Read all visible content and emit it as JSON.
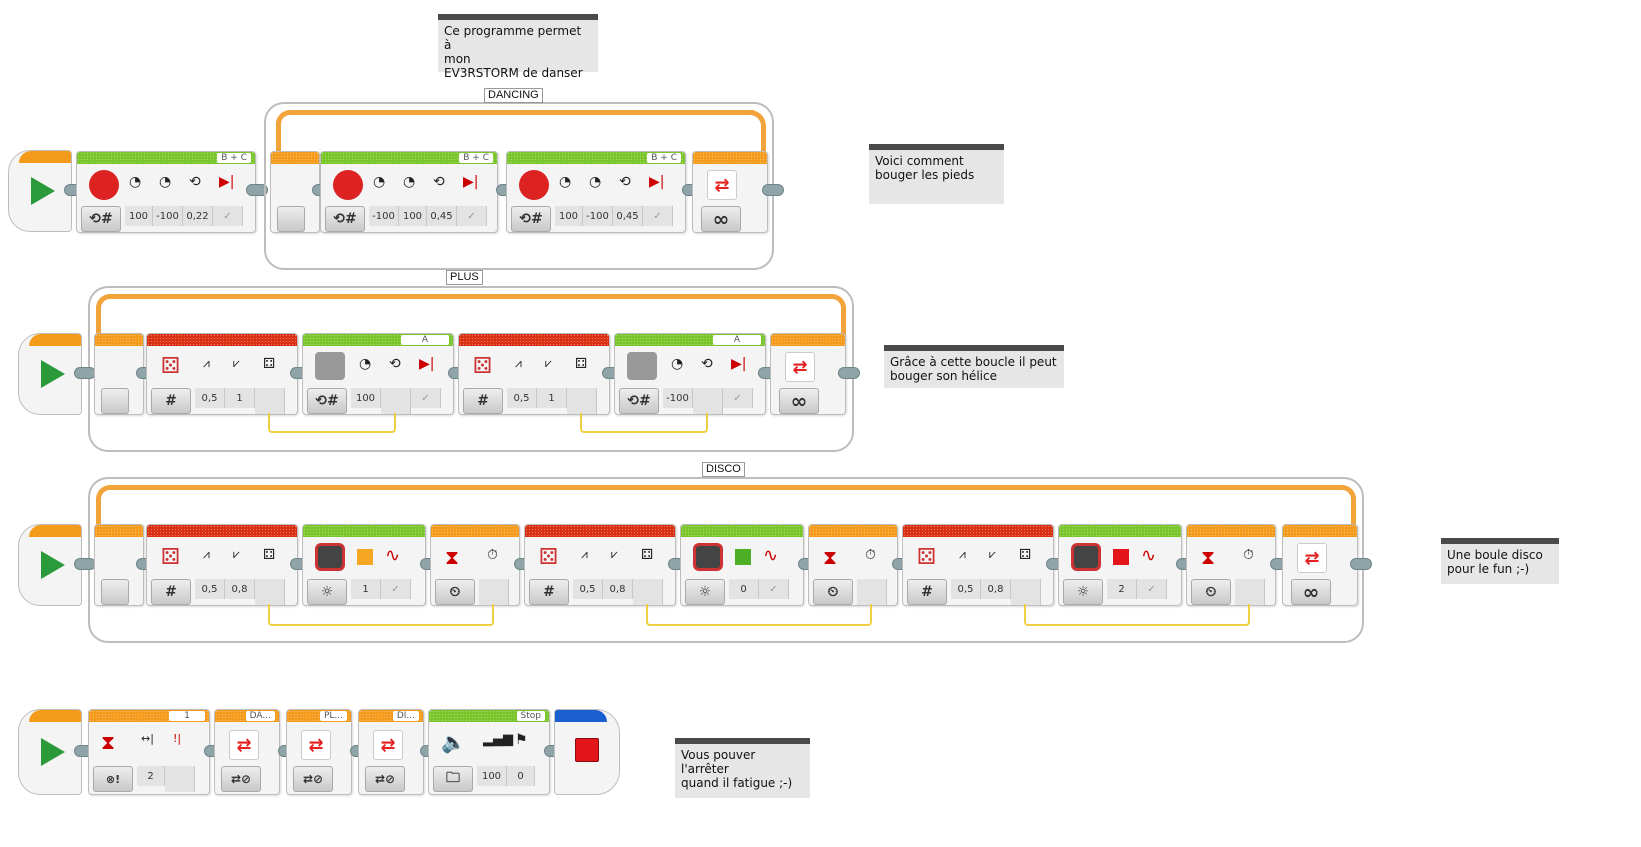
{
  "comments": [
    {
      "text": "Ce programme permet à\nmon\nEV3RSTORM de danser"
    },
    {
      "text": "Voici comment\nbouger les pieds"
    },
    {
      "text": "Grâce à cette boucle il peut\nbouger son hélice"
    },
    {
      "text": "Une boule disco\npour le fun ;-)"
    },
    {
      "text": "Vous pouver\nl'arrêter\nquand il fatigue ;-)"
    }
  ],
  "loops": {
    "dancing": {
      "label": "DANCING",
      "count": "∞"
    },
    "plus": {
      "label": "PLUS",
      "count": "∞"
    },
    "disco": {
      "label": "DISCO",
      "count": "∞"
    }
  },
  "dancing_blocks": [
    {
      "type": "move_tank",
      "ports": "B + C",
      "values": [
        "100",
        "-100",
        "0,22"
      ]
    },
    {
      "type": "move_tank",
      "ports": "B + C",
      "values": [
        "-100",
        "100",
        "0,45"
      ]
    },
    {
      "type": "move_tank",
      "ports": "B + C",
      "values": [
        "100",
        "-100",
        "0,45"
      ]
    }
  ],
  "plus_blocks": [
    {
      "type": "random",
      "values": [
        "0,5",
        "1"
      ]
    },
    {
      "type": "medium_motor",
      "ports": "A",
      "values": [
        "100"
      ]
    },
    {
      "type": "random",
      "values": [
        "0,5",
        "1"
      ]
    },
    {
      "type": "medium_motor",
      "ports": "A",
      "values": [
        "-100"
      ]
    }
  ],
  "disco_blocks": [
    {
      "type": "random",
      "values": [
        "0,5",
        "0,8"
      ]
    },
    {
      "type": "brick_light",
      "color": "#f5a623",
      "values": [
        "1"
      ]
    },
    {
      "type": "wait_timer"
    },
    {
      "type": "random",
      "values": [
        "0,5",
        "0,8"
      ]
    },
    {
      "type": "brick_light",
      "color": "#4caf26",
      "values": [
        "0"
      ]
    },
    {
      "type": "wait_timer"
    },
    {
      "type": "random",
      "values": [
        "0,5",
        "0,8"
      ]
    },
    {
      "type": "brick_light",
      "color": "#e3151b",
      "values": [
        "2"
      ]
    },
    {
      "type": "wait_timer"
    }
  ],
  "stop_sequence": {
    "wait": {
      "port": "1",
      "value": "2"
    },
    "loop_interrupts": [
      "DA...",
      "PL...",
      "DI..."
    ],
    "sound": {
      "file": "Stop",
      "values": [
        "100",
        "0"
      ]
    }
  },
  "colors": {
    "motion": "#7ac62a",
    "flow": "#f49b1b",
    "data": "#d93012",
    "advanced": "#1a5fcf",
    "loop_wire": "#f2a43a"
  }
}
